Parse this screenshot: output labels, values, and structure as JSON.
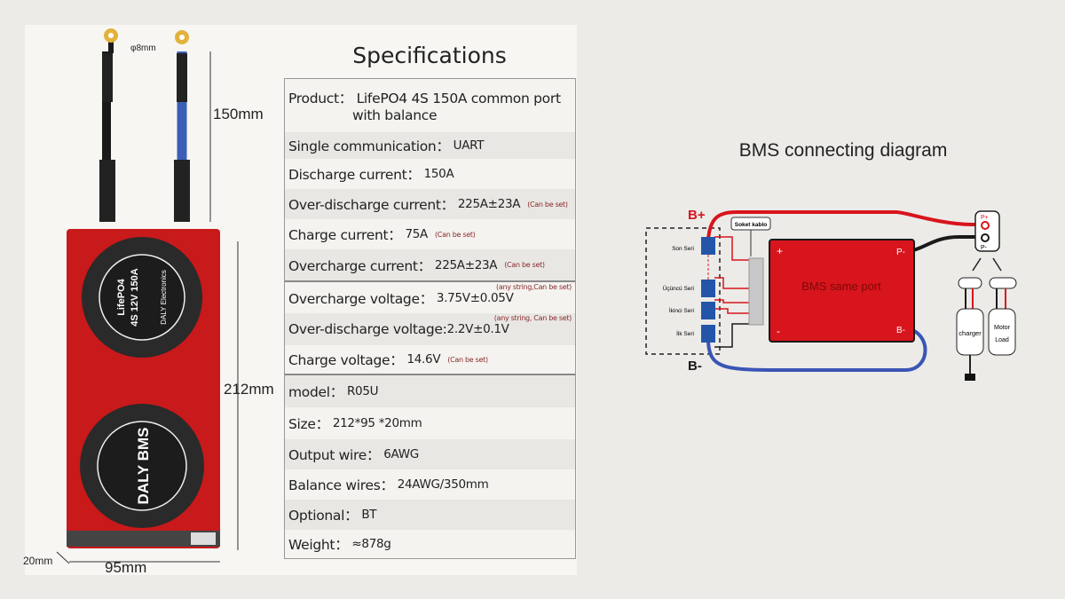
{
  "specs": {
    "title": "Specifications",
    "rows": [
      {
        "label": "Product：",
        "value": "LifePO4 4S 150A common port",
        "value2": "with balance"
      },
      {
        "label": "Single communication：",
        "value": "UART"
      },
      {
        "label": "Discharge current：",
        "value": "150A"
      },
      {
        "label": "Over-discharge current：",
        "value": "225A±23A",
        "note": "(Can be set)"
      },
      {
        "label": "Charge current：",
        "value": "75A",
        "note": "(Can be set)"
      },
      {
        "label": "Overcharge current：",
        "value": "225A±23A",
        "note": "(Can be set)"
      },
      {
        "label": "Overcharge voltage：",
        "value": "3.75V±0.05V",
        "note": "(any string,Can be set)"
      },
      {
        "label": "Over-discharge voltage:",
        "value": "2.2V±0.1V",
        "note": "(any string, Can be set)"
      },
      {
        "label": "Charge voltage：",
        "value": "14.6V",
        "note": "(Can be set)"
      },
      {
        "label": "model：",
        "value": "R05U"
      },
      {
        "label": "Size：",
        "value": "212*95 *20mm"
      },
      {
        "label": "Output wire：",
        "value": "6AWG"
      },
      {
        "label": "Balance wires：",
        "value": "24AWG/350mm"
      },
      {
        "label": "Optional：",
        "value": "BT"
      },
      {
        "label": "Weight：",
        "value": "≈878g"
      }
    ]
  },
  "product": {
    "dims": {
      "terminal": "φ8mm",
      "wire": "150mm",
      "height": "212mm",
      "width": "95mm",
      "thickness": "20mm"
    },
    "label_line1": "LifePO4",
    "label_line2": "4S 12V 150A",
    "label_brand": "DALY Electronics",
    "logo_text": "DALY BMS",
    "colors": {
      "case": "#c8191b",
      "fan": "#2a2a2a"
    }
  },
  "diagram": {
    "title": "BMS connecting diagram",
    "b_plus": "B+",
    "b_minus": "B-",
    "socket": "Soket kablo",
    "cells": [
      "Son Seri",
      "Üçüncü Seri",
      "İkinci Seri",
      "İlk Seri"
    ],
    "bms_label": "BMS same port",
    "plus": "+",
    "minus": "-",
    "p_minus": "P-",
    "b_minus_port": "B-",
    "p_plus_out": "P+",
    "p_minus_out": "P-",
    "charger": "charger",
    "motor1": "Motor",
    "motor2": "Load",
    "colors": {
      "positive": "#d8141c",
      "negative": "#1a1a1a",
      "bminus_wire": "#3a55b5",
      "bms": "#d8141c",
      "cell": "#2356a8"
    }
  }
}
